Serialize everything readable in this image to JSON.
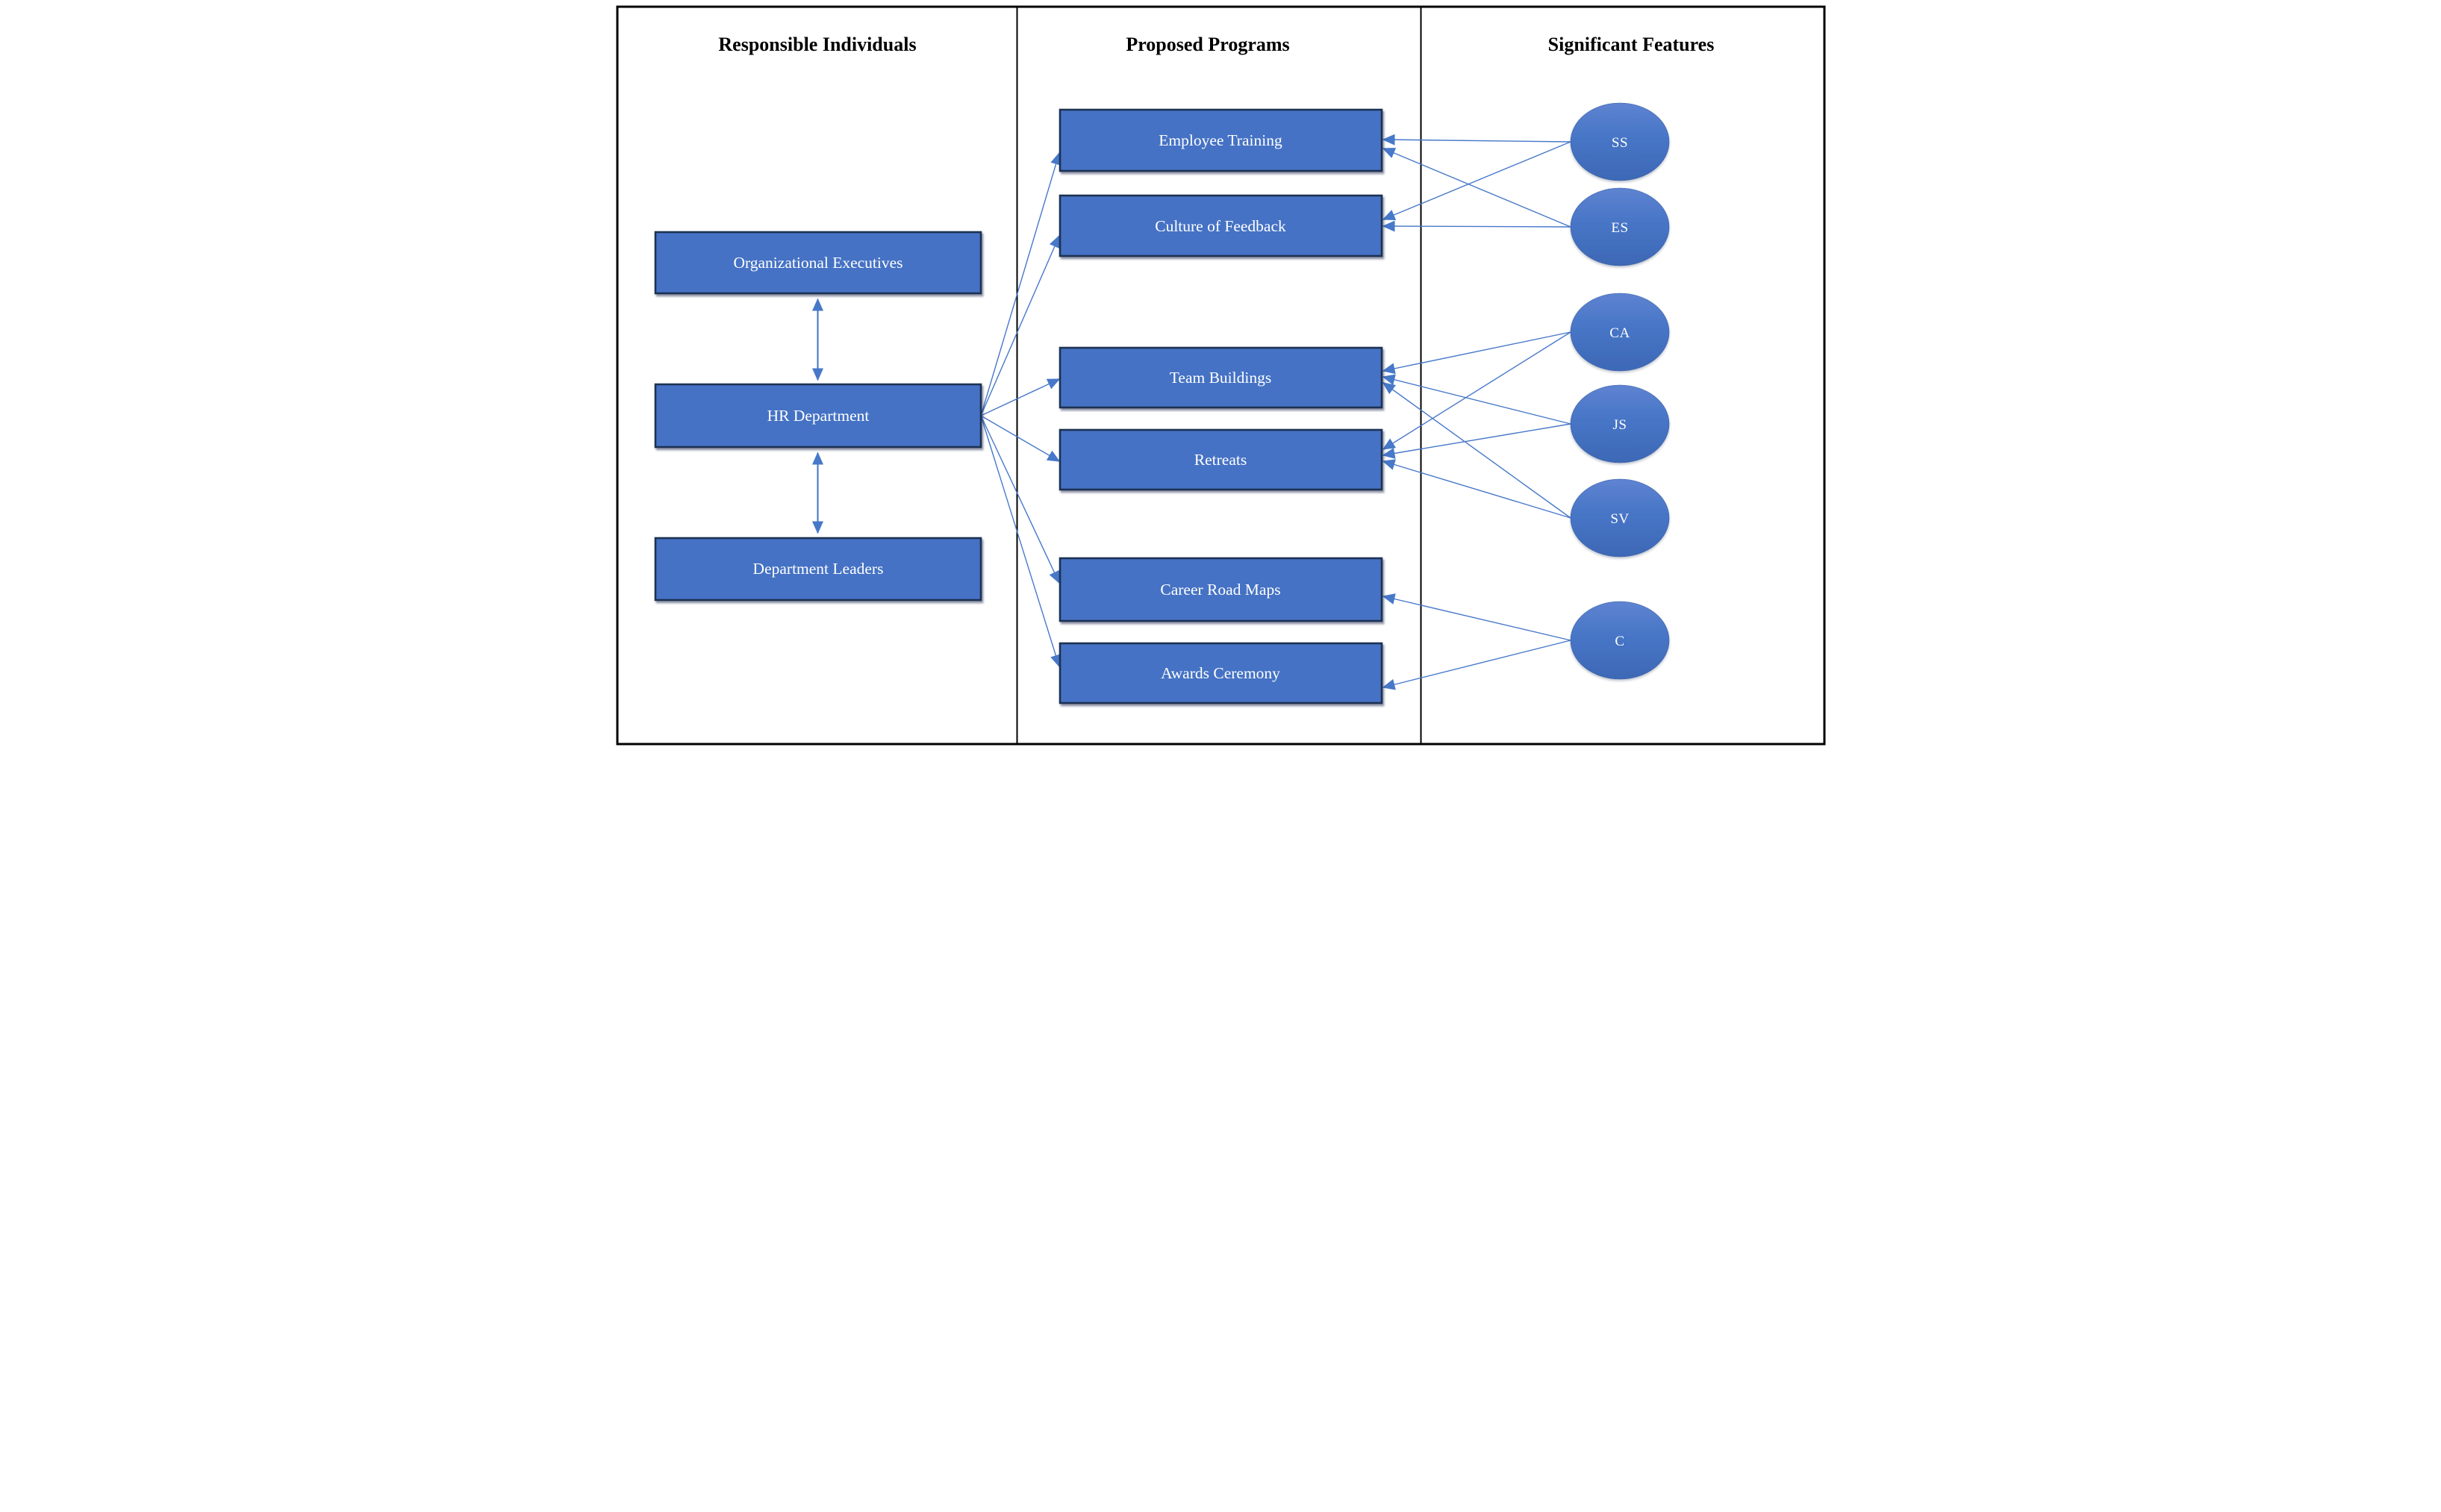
{
  "figure": {
    "type": "relationship-diagram",
    "columns": [
      {
        "id": "responsible-individuals",
        "header": "Responsible Individuals",
        "nodes": [
          {
            "id": "org-exec",
            "label": "Organizational Executives",
            "shape": "rectangle"
          },
          {
            "id": "hr-department",
            "label": "HR Department",
            "shape": "rectangle"
          },
          {
            "id": "dept-leaders",
            "label": "Department Leaders",
            "shape": "rectangle"
          }
        ]
      },
      {
        "id": "proposed-programs",
        "header": "Proposed Programs",
        "nodes": [
          {
            "id": "employee-training",
            "label": "Employee Training",
            "shape": "rectangle"
          },
          {
            "id": "culture-of-feedback",
            "label": "Culture of Feedback",
            "shape": "rectangle"
          },
          {
            "id": "team-buildings",
            "label": "Team Buildings",
            "shape": "rectangle"
          },
          {
            "id": "retreats",
            "label": "Retreats",
            "shape": "rectangle"
          },
          {
            "id": "career-road-maps",
            "label": "Career Road Maps",
            "shape": "rectangle"
          },
          {
            "id": "awards-ceremony",
            "label": "Awards Ceremony",
            "shape": "rectangle"
          }
        ]
      },
      {
        "id": "significant-features",
        "header": "Significant Features",
        "nodes": [
          {
            "id": "ss",
            "label": "SS",
            "shape": "ellipse"
          },
          {
            "id": "es",
            "label": "ES",
            "shape": "ellipse"
          },
          {
            "id": "ca",
            "label": "CA",
            "shape": "ellipse"
          },
          {
            "id": "js",
            "label": "JS",
            "shape": "ellipse"
          },
          {
            "id": "sv",
            "label": "SV",
            "shape": "ellipse"
          },
          {
            "id": "c",
            "label": "C",
            "shape": "ellipse"
          }
        ]
      }
    ],
    "connections": {
      "bidirectional": [
        [
          "Organizational Executives",
          "HR Department"
        ],
        [
          "HR Department",
          "Department Leaders"
        ]
      ],
      "hr_department_to": [
        "Employee Training",
        "Culture of Feedback",
        "Team Buildings",
        "Retreats",
        "Career Road Maps",
        "Awards Ceremony"
      ],
      "feature_to_program": [
        [
          "SS",
          "Employee Training"
        ],
        [
          "SS",
          "Culture of Feedback"
        ],
        [
          "ES",
          "Employee Training"
        ],
        [
          "ES",
          "Culture of Feedback"
        ],
        [
          "CA",
          "Team Buildings"
        ],
        [
          "CA",
          "Retreats"
        ],
        [
          "JS",
          "Team Buildings"
        ],
        [
          "JS",
          "Retreats"
        ],
        [
          "SV",
          "Team Buildings"
        ],
        [
          "SV",
          "Retreats"
        ],
        [
          "C",
          "Career Road Maps"
        ],
        [
          "C",
          "Awards Ceremony"
        ]
      ]
    },
    "colors": {
      "node_fill": "#4472C4",
      "node_border": "#1F3352",
      "arrow": "#4778C9",
      "frame": "#000000",
      "node_text": "#FFFFFF",
      "header_text": "#000000",
      "ellipse_gradient_top": "#5E83D1",
      "ellipse_gradient_mid": "#4775C6",
      "ellipse_gradient_bottom": "#3D68B5"
    }
  }
}
